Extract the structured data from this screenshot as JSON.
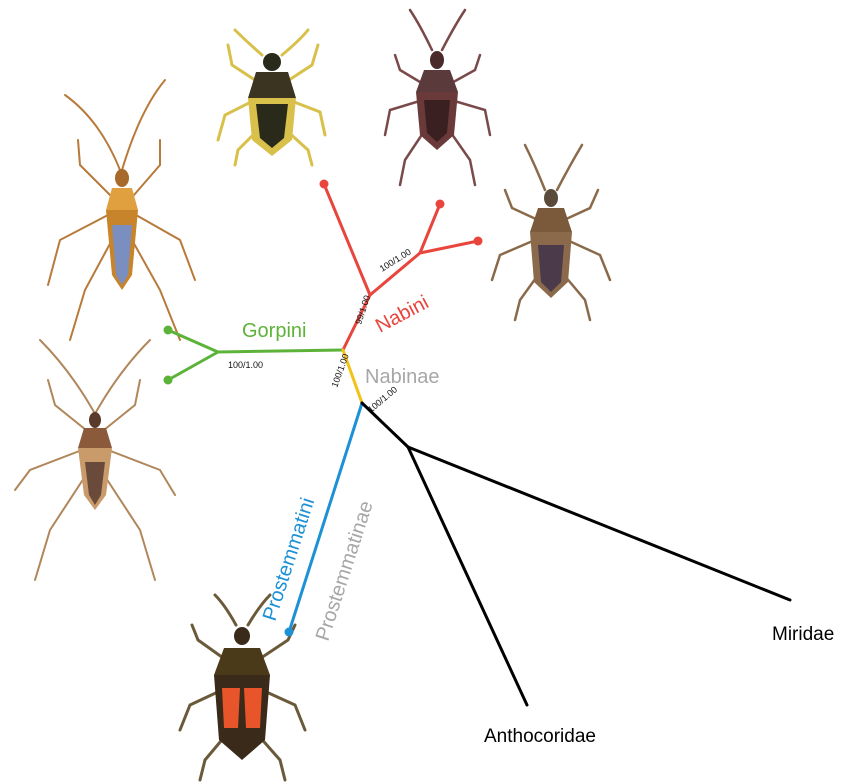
{
  "diagram": {
    "clades": {
      "gorpini": {
        "label": "Gorpini",
        "color": "#5db339"
      },
      "nabini": {
        "label": "Nabini",
        "color": "#e8453c"
      },
      "prostemmatini": {
        "label": "Prostemmatini",
        "color": "#1d91d6"
      },
      "nabinae": {
        "label": "Nabinae",
        "color": "#a7a7a7"
      },
      "prostemmatinae": {
        "label": "Prostemmatinae",
        "color": "#a7a7a7"
      },
      "stem_color": "#f2c218",
      "outgroup_color": "#000000"
    },
    "support": {
      "gorpini": "100/1.00",
      "nabini_stem": "99/1.00",
      "nabini_inner": "100/1.00",
      "nabinae": "100/1.00",
      "outgroup": "100/1.00"
    },
    "outgroups": {
      "miridae": "Miridae",
      "anthocoridae": "Anthocoridae"
    },
    "specimens": [
      {
        "name": "insect-gorpini-upper",
        "colors": [
          "#c8842a",
          "#e8b44a",
          "#7a8fc0"
        ]
      },
      {
        "name": "insect-gorpini-lower",
        "colors": [
          "#8a5a3a",
          "#c99a6a",
          "#5a3a2a"
        ]
      },
      {
        "name": "insect-nabini-top-left",
        "colors": [
          "#2a2a1a",
          "#d8c04a",
          "#1a1a10"
        ]
      },
      {
        "name": "insect-nabini-top-right",
        "colors": [
          "#5a3a3a",
          "#7a4a4a",
          "#3a2020"
        ]
      },
      {
        "name": "insect-nabini-right",
        "colors": [
          "#7a5a3a",
          "#4a3a4a",
          "#8a6a4a"
        ]
      },
      {
        "name": "insect-prostemmatini",
        "colors": [
          "#3a2a1a",
          "#e8552a",
          "#5a4a2a"
        ]
      }
    ]
  }
}
